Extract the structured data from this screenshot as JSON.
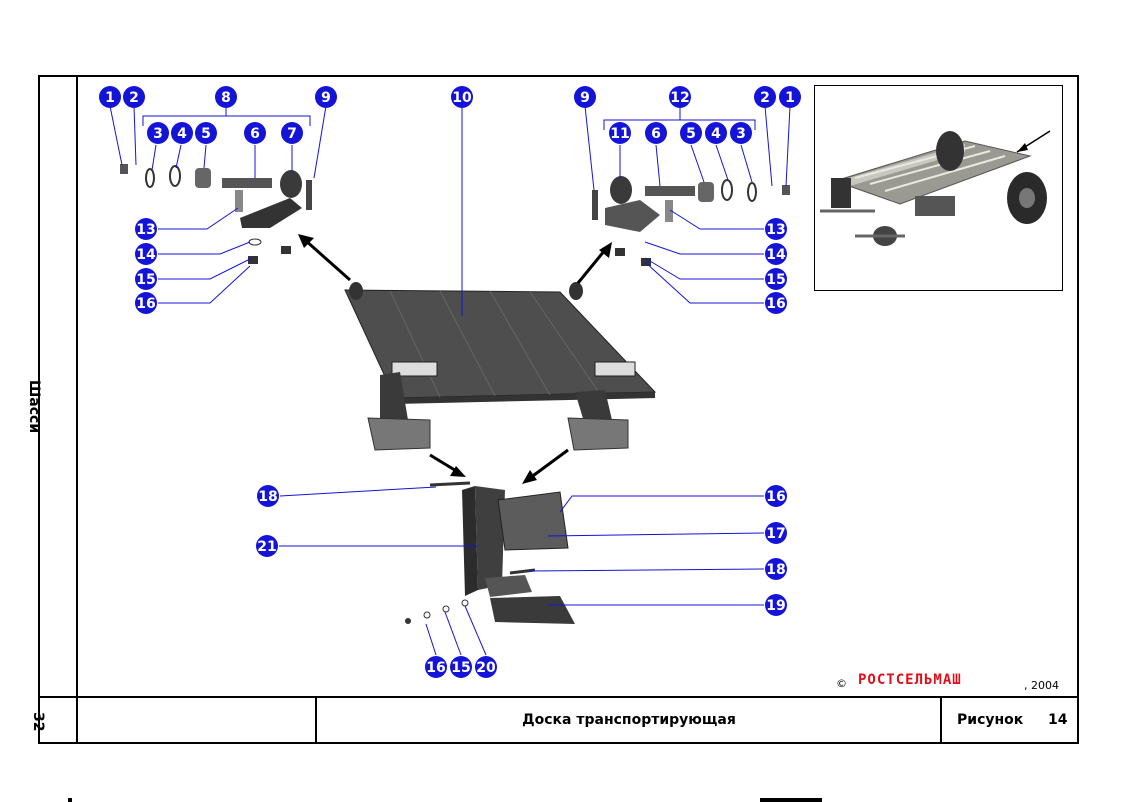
{
  "side_title": "Шасси",
  "page_number": "32",
  "doc_title": "Доска транспортирующая",
  "figure_label": "Рисунок",
  "figure_number": "14",
  "copyright_symbol": "©",
  "brand": "РОСТСЕЛЬМАШ",
  "brand_year": ", 2004",
  "brand_color": "#e0101a",
  "callout_color": "#1414d8",
  "callouts": [
    "1",
    "2",
    "8",
    "9",
    "10",
    "9",
    "12",
    "2",
    "1",
    "3",
    "4",
    "5",
    "6",
    "7",
    "11",
    "6",
    "5",
    "4",
    "3",
    "13",
    "14",
    "15",
    "16",
    "13",
    "14",
    "15",
    "16",
    "18",
    "16",
    "17",
    "21",
    "18",
    "19",
    "16",
    "15",
    "20"
  ]
}
